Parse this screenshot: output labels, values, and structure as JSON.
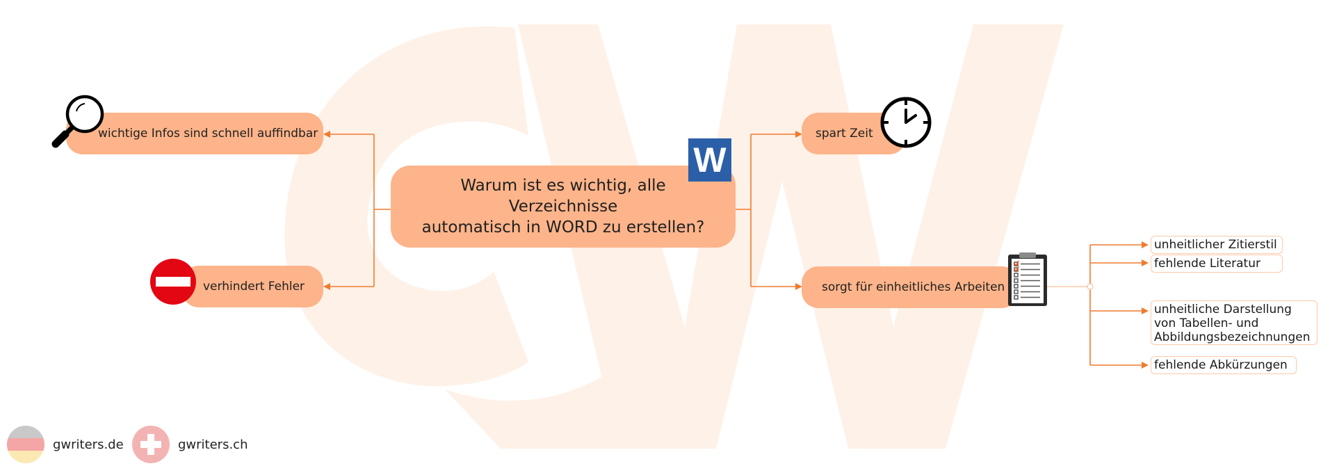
{
  "central_question": {
    "line1": "Warum ist es wichtig, alle Verzeichnisse",
    "line2": "automatisch in WORD zu erstellen?"
  },
  "left_branches": {
    "infos": "wichtige Infos sind schnell auffindbar",
    "fehler": "verhindert Fehler"
  },
  "right_branches": {
    "zeit": "spart Zeit",
    "arbeiten": "sorgt für einheitliches Arbeiten"
  },
  "sub_items": {
    "zitierstil": "unheitlicher Zitierstil",
    "literatur": "fehlende Literatur",
    "darstellung_l1": "unheitliche Darstellung",
    "darstellung_l2": "von Tabellen- und",
    "darstellung_l3": "Abbildungsbezeichnungen",
    "abkuerzungen": "fehlende Abkürzungen"
  },
  "word_icon_letter": "W",
  "footer": {
    "de": "gwriters.de",
    "ch": "gwriters.ch"
  },
  "colors": {
    "node_fill": "#fdb48a",
    "connector": "#f07a2e",
    "watermark": "#fef1e8",
    "word_blue": "#2b5fa8",
    "no_entry_red": "#e30613"
  },
  "icons": [
    "magnifier-icon",
    "no-entry-icon",
    "word-icon",
    "clock-icon",
    "clipboard-checklist-icon",
    "germany-flag-icon",
    "switzerland-flag-icon"
  ]
}
